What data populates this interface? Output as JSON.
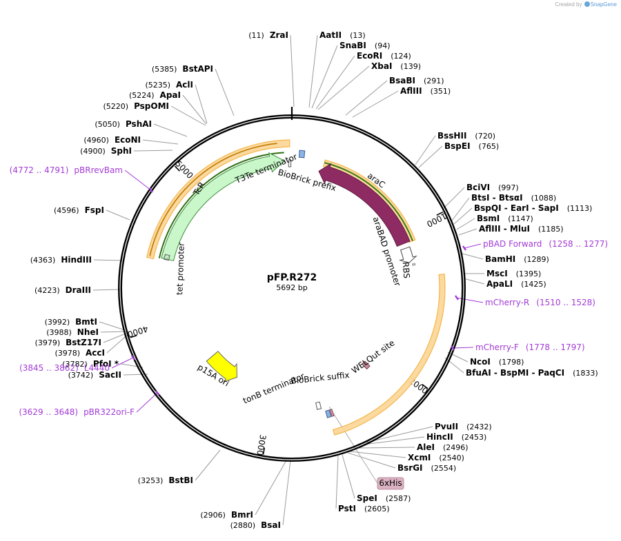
{
  "credit": {
    "prefix": "Created by",
    "brand": "SnapGene"
  },
  "plasmid": {
    "name": "pFP.R272",
    "length_label": "5692 bp",
    "length": 5692
  },
  "ticks": [
    {
      "pos": 1000,
      "label": "1000"
    },
    {
      "pos": 2000,
      "label": "2000"
    },
    {
      "pos": 3000,
      "label": "3000"
    },
    {
      "pos": 4000,
      "label": "4000"
    },
    {
      "pos": 5000,
      "label": "5000"
    }
  ],
  "colors": {
    "araC": "#8f2b63",
    "TcR": "#c9f7c9",
    "ori": "#ffff00",
    "primer": "#a23ad6",
    "orf": "#f5b342"
  },
  "features": [
    {
      "id": "araC",
      "label": "araC",
      "start": 1080,
      "end": 200
    },
    {
      "id": "araBAD",
      "label": "araBAD promoter",
      "start": 1115,
      "end": 1228
    },
    {
      "id": "RBS",
      "label": "RBS",
      "start": 1239,
      "end": 1254
    },
    {
      "id": "p15A",
      "label": "p15A ori",
      "start": 3627,
      "end": 3350
    },
    {
      "id": "TcR",
      "label": "TcR",
      "start": 5662,
      "end": 4466
    },
    {
      "id": "tetp",
      "label": "tet promoter",
      "start": 4500,
      "end": 4470
    },
    {
      "id": "T3Te",
      "label": "T3Te terminator",
      "start": 5680,
      "end": 5660
    },
    {
      "id": "BBprefix",
      "label": "BioBrick prefix",
      "start": 110,
      "end": 155
    },
    {
      "id": "BBsuffix",
      "label": "BioBrick suffix",
      "start": 2578,
      "end": 2620
    },
    {
      "id": "tonB",
      "label": "tonB terminator",
      "start": 2630,
      "end": 2660
    },
    {
      "id": "WELQut",
      "label": "WELQut site",
      "start": 2140,
      "end": 2165
    },
    {
      "id": "sixhis",
      "label": "6xHis",
      "start": 2569,
      "end": 2587
    }
  ],
  "restriction_sites": [
    {
      "name": "ZraI",
      "pos": "(11)"
    },
    {
      "name": "AatII",
      "pos": "(13)"
    },
    {
      "name": "SnaBI",
      "pos": "(94)"
    },
    {
      "name": "EcoRI",
      "pos": "(124)"
    },
    {
      "name": "XbaI",
      "pos": "(139)"
    },
    {
      "name": "BsaBI",
      "pos": "(291)"
    },
    {
      "name": "AflIII",
      "pos": "(351)"
    },
    {
      "name": "BssHII",
      "pos": "(720)"
    },
    {
      "name": "BspEI",
      "pos": "(765)"
    },
    {
      "name": "BciVI",
      "pos": "(997)"
    },
    {
      "name": "BtsI - BtsαI",
      "pos": "(1088)"
    },
    {
      "name": "BspQI - EarI - SapI",
      "pos": "(1113)"
    },
    {
      "name": "BsmI",
      "pos": "(1147)"
    },
    {
      "name": "AflIII - MluI",
      "pos": "(1185)"
    },
    {
      "name": "BamHI",
      "pos": "(1289)"
    },
    {
      "name": "MscI",
      "pos": "(1395)"
    },
    {
      "name": "ApaLI",
      "pos": "(1425)"
    },
    {
      "name": "NcoI",
      "pos": "(1798)"
    },
    {
      "name": "BfuAI - BspMI - PaqCI",
      "pos": "(1833)"
    },
    {
      "name": "PvuII",
      "pos": "(2432)"
    },
    {
      "name": "HincII",
      "pos": "(2453)"
    },
    {
      "name": "AleI",
      "pos": "(2496)"
    },
    {
      "name": "XcmI",
      "pos": "(2540)"
    },
    {
      "name": "BsrGI",
      "pos": "(2554)"
    },
    {
      "name": "SpeI",
      "pos": "(2587)"
    },
    {
      "name": "PstI",
      "pos": "(2605)"
    },
    {
      "name": "BsaI",
      "pos": "(2880)"
    },
    {
      "name": "BmrI",
      "pos": "(2906)"
    },
    {
      "name": "BstBI",
      "pos": "(3253)"
    },
    {
      "name": "SacII",
      "pos": "(3742)"
    },
    {
      "name": "PfoI *",
      "pos": "(3782)"
    },
    {
      "name": "AccI",
      "pos": "(3978)"
    },
    {
      "name": "BstZ17I",
      "pos": "(3979)"
    },
    {
      "name": "NheI",
      "pos": "(3988)"
    },
    {
      "name": "BmtI",
      "pos": "(3992)"
    },
    {
      "name": "DraIII",
      "pos": "(4223)"
    },
    {
      "name": "HindIII",
      "pos": "(4363)"
    },
    {
      "name": "FspI",
      "pos": "(4596)"
    },
    {
      "name": "SphI",
      "pos": "(4900)"
    },
    {
      "name": "EcoNI",
      "pos": "(4960)"
    },
    {
      "name": "PshAI",
      "pos": "(5050)"
    },
    {
      "name": "PspOMI",
      "pos": "(5220)"
    },
    {
      "name": "ApaI",
      "pos": "(5224)"
    },
    {
      "name": "AclI",
      "pos": "(5235)"
    },
    {
      "name": "BstAPI",
      "pos": "(5385)"
    }
  ],
  "primers": [
    {
      "name": "pBAD Forward",
      "range": "(1258 .. 1277)"
    },
    {
      "name": "mCherry-R",
      "range": "(1510 .. 1528)"
    },
    {
      "name": "mCherry-F",
      "range": "(1778 .. 1797)"
    },
    {
      "name": "L4440",
      "range": "(3845 .. 3862)"
    },
    {
      "name": "pBR322ori-F",
      "range": "(3629 .. 3648)"
    },
    {
      "name": "pBRrevBam",
      "range": "(4772 .. 4791)"
    }
  ]
}
